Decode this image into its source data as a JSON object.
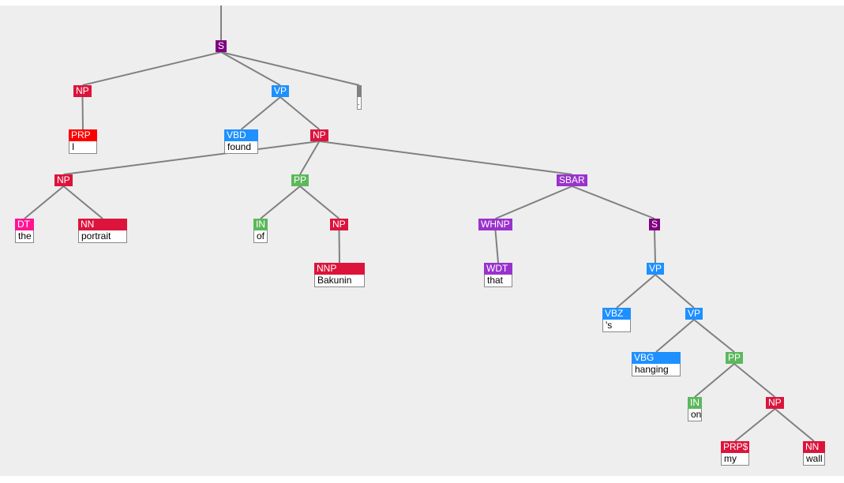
{
  "colors": {
    "S": "#800080",
    "NP": "#dc143c",
    "VP": "#1e90ff",
    "PRP": "#ff0000",
    "VBD": "#1e90ff",
    "DT": "#ff1493",
    "NN": "#dc143c",
    "PP": "#5cb85c",
    "IN": "#5cb85c",
    "NNP": "#dc143c",
    "SBAR": "#9932cc",
    "WHNP": "#9932cc",
    "WDT": "#9932cc",
    "VBZ": "#1e90ff",
    "VBG": "#1e90ff",
    "PRP$": "#dc143c",
    "PUNCT": "#808080",
    "edge": "#808080"
  },
  "tree": {
    "nodes": [
      {
        "id": "s1",
        "label": "S",
        "parent": null
      },
      {
        "id": "np1",
        "label": "NP",
        "parent": "s1"
      },
      {
        "id": "prp1",
        "label": "PRP",
        "word": "I",
        "parent": "np1"
      },
      {
        "id": "vp1",
        "label": "VP",
        "parent": "s1"
      },
      {
        "id": "punct",
        "label": "",
        "word": ".",
        "parent": "s1",
        "color_key": "PUNCT"
      },
      {
        "id": "vbd1",
        "label": "VBD",
        "word": "found",
        "parent": "vp1"
      },
      {
        "id": "np2",
        "label": "NP",
        "parent": "vp1"
      },
      {
        "id": "np3",
        "label": "NP",
        "parent": "np2"
      },
      {
        "id": "pp1",
        "label": "PP",
        "parent": "np2"
      },
      {
        "id": "sbar1",
        "label": "SBAR",
        "parent": "np2"
      },
      {
        "id": "dt1",
        "label": "DT",
        "word": "the",
        "parent": "np3"
      },
      {
        "id": "nn1",
        "label": "NN",
        "word": "portrait",
        "parent": "np3"
      },
      {
        "id": "in1",
        "label": "IN",
        "word": "of",
        "parent": "pp1"
      },
      {
        "id": "np4",
        "label": "NP",
        "parent": "pp1"
      },
      {
        "id": "nnp1",
        "label": "NNP",
        "word": "Bakunin",
        "parent": "np4"
      },
      {
        "id": "whnp1",
        "label": "WHNP",
        "parent": "sbar1"
      },
      {
        "id": "s2",
        "label": "S",
        "parent": "sbar1"
      },
      {
        "id": "wdt1",
        "label": "WDT",
        "word": "that",
        "parent": "whnp1"
      },
      {
        "id": "vp2",
        "label": "VP",
        "parent": "s2"
      },
      {
        "id": "vbz1",
        "label": "VBZ",
        "word": "'s",
        "parent": "vp2"
      },
      {
        "id": "vp3",
        "label": "VP",
        "parent": "vp2"
      },
      {
        "id": "vbg1",
        "label": "VBG",
        "word": "hanging",
        "parent": "vp3"
      },
      {
        "id": "pp2",
        "label": "PP",
        "parent": "vp3"
      },
      {
        "id": "in2",
        "label": "IN",
        "word": "on",
        "parent": "pp2"
      },
      {
        "id": "np5",
        "label": "NP",
        "parent": "pp2"
      },
      {
        "id": "prps1",
        "label": "PRP$",
        "word": "my",
        "parent": "np5"
      },
      {
        "id": "nn2",
        "label": "NN",
        "word": "wall",
        "parent": "np5"
      }
    ]
  }
}
